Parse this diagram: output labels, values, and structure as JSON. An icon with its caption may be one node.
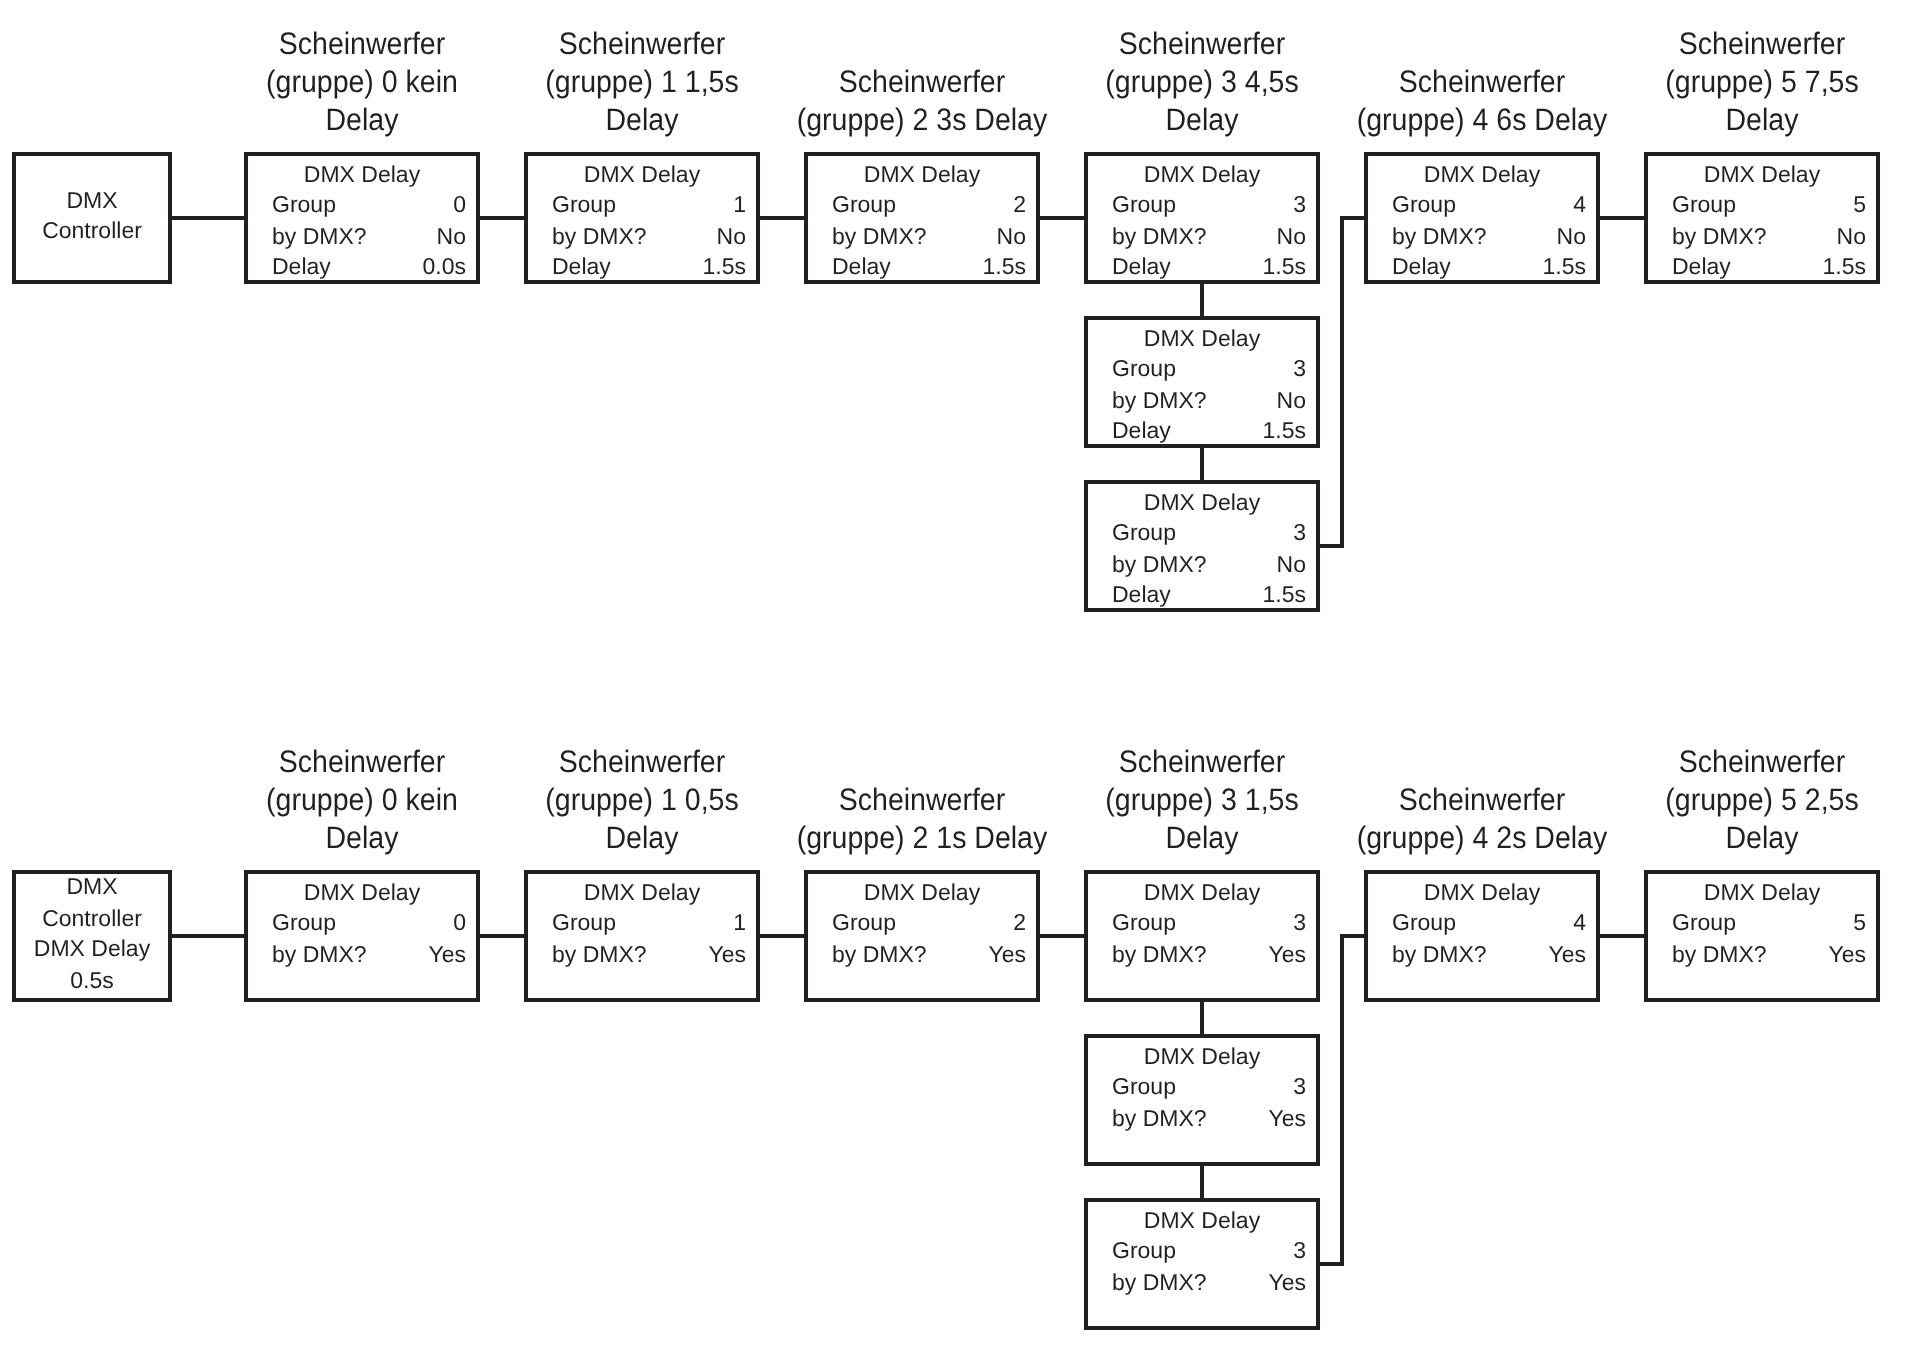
{
  "diagram": {
    "nodes": [
      {
        "text": [
          "DMX Controller"
        ]
      },
      {
        "text": [
          "Scheinwerfer (gruppe) 0 kein Delay",
          "DMX Delay",
          "Group",
          "0",
          "by DMX?",
          "No",
          "Delay",
          "0.0s"
        ]
      },
      {
        "text": [
          "Scheinwerfer (gruppe) 1 1,5s Delay",
          "DMX Delay",
          "Group",
          "1",
          "by DMX?",
          "No",
          "Delay",
          "1.5s"
        ]
      },
      {
        "text": [
          "Scheinwerfer (gruppe) 2 3s Delay",
          "DMX Delay",
          "Group",
          "2",
          "by DMX?",
          "No",
          "Delay",
          "1.5s"
        ]
      },
      {
        "text": [
          "Scheinwerfer (gruppe) 3 4,5s Delay",
          "DMX Delay",
          "Group",
          "3",
          "by DMX?",
          "No",
          "Delay",
          "1.5s"
        ]
      },
      {
        "text": [
          "DMX Delay",
          "Group",
          "3",
          "by DMX?",
          "No",
          "Delay",
          "1.5s"
        ]
      },
      {
        "text": [
          "DMX Delay",
          "Group",
          "3",
          "by DMX?",
          "No",
          "Delay",
          "1.5s"
        ]
      },
      {
        "text": [
          "Scheinwerfer (gruppe) 4 6s Delay",
          "DMX Delay",
          "Group",
          "4",
          "by DMX?",
          "No",
          "Delay",
          "1.5s"
        ]
      },
      {
        "text": [
          "Scheinwerfer (gruppe) 5 7,5s Delay",
          "DMX Delay",
          "Group",
          "5",
          "by DMX?",
          "No",
          "Delay",
          "1.5s"
        ]
      },
      {
        "text": [
          "DMX Controller",
          "DMX Delay 0.5s"
        ]
      },
      {
        "text": [
          "Scheinwerfer (gruppe) 0 kein Delay",
          "DMX Delay",
          "Group",
          "0",
          "by DMX?",
          "Yes"
        ]
      },
      {
        "text": [
          "Scheinwerfer (gruppe) 1 0,5s Delay",
          "DMX Delay",
          "Group",
          "1",
          "by DMX?",
          "Yes"
        ]
      },
      {
        "text": [
          "Scheinwerfer (gruppe) 2 1s Delay",
          "DMX Delay",
          "Group",
          "2",
          "by DMX?",
          "Yes"
        ]
      },
      {
        "text": [
          "Scheinwerfer (gruppe) 3 1,5s Delay",
          "DMX Delay",
          "Group",
          "3",
          "by DMX?",
          "Yes"
        ]
      },
      {
        "text": [
          "DMX Delay",
          "Group",
          "3",
          "by DMX?",
          "Yes"
        ]
      },
      {
        "text": [
          "DMX Delay",
          "Group",
          "3",
          "by DMX?",
          "Yes"
        ]
      },
      {
        "text": [
          "Scheinwerfer (gruppe) 4 2s Delay",
          "DMX Delay",
          "Group",
          "4",
          "by DMX?",
          "Yes"
        ]
      },
      {
        "text": [
          "Scheinwerfer (gruppe) 5 2,5s Delay",
          "DMX Delay",
          "Group",
          "5",
          "by DMX?",
          "Yes"
        ]
      }
    ],
    "edges": [
      {
        "from": 0,
        "to": 1,
        "arrow": "none"
      },
      {
        "from": 1,
        "to": 2,
        "arrow": "none"
      },
      {
        "from": 2,
        "to": 3,
        "arrow": "none"
      },
      {
        "from": 3,
        "to": 4,
        "arrow": "none"
      },
      {
        "from": 4,
        "to": 5,
        "arrow": "none"
      },
      {
        "from": 5,
        "to": 6,
        "arrow": "none"
      },
      {
        "from": 6,
        "to": 7,
        "arrow": "none"
      },
      {
        "from": 7,
        "to": 8,
        "arrow": "none"
      },
      {
        "from": 9,
        "to": 10,
        "arrow": "none"
      },
      {
        "from": 10,
        "to": 11,
        "arrow": "none"
      },
      {
        "from": 11,
        "to": 12,
        "arrow": "none"
      },
      {
        "from": 12,
        "to": 13,
        "arrow": "none"
      },
      {
        "from": 13,
        "to": 14,
        "arrow": "none"
      },
      {
        "from": 14,
        "to": 15,
        "arrow": "none"
      },
      {
        "from": 15,
        "to": 16,
        "arrow": "none"
      },
      {
        "from": 16,
        "to": 17,
        "arrow": "none"
      }
    ]
  }
}
